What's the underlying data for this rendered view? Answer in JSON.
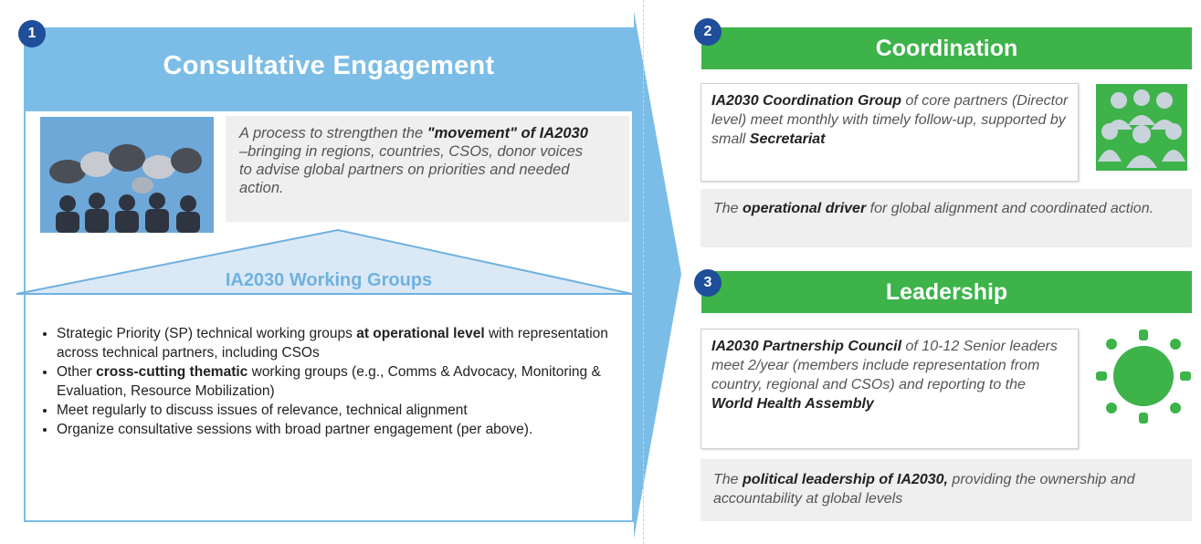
{
  "badges": [
    "1",
    "2",
    "3"
  ],
  "panel1": {
    "title": "Consultative Engagement",
    "quote": {
      "p1": "A process to strengthen the ",
      "bold": "\"movement\" of IA2030",
      "p2": " –bringing in regions, countries, CSOs, donor voices to advise global partners on priorities and needed action."
    },
    "working_groups_title": "IA2030 Working Groups",
    "bullets": [
      {
        "pre": "Strategic Priority (SP) technical working groups ",
        "bold": "at operational level",
        "post": " with representation across technical partners, including CSOs"
      },
      {
        "pre": "Other ",
        "bold": "cross-cutting thematic",
        "post": " working groups (e.g., Comms & Advocacy, Monitoring & Evaluation, Resource Mobilization)"
      },
      {
        "pre": "Meet regularly to discuss issues of relevance, technical alignment",
        "bold": "",
        "post": ""
      },
      {
        "pre": "Organize consultative sessions with broad partner engagement (per above).",
        "bold": "",
        "post": ""
      }
    ]
  },
  "panel2": {
    "title": "Coordination",
    "box": {
      "bold1": "IA2030 Coordination Group",
      "p1": " of core partners (Director level) meet monthly with timely follow-up, supported by small ",
      "bold2": "Secretariat"
    },
    "note": {
      "p1": "The ",
      "bold": "operational driver",
      "p2": " for global alignment and coordinated action."
    }
  },
  "panel3": {
    "title": "Leadership",
    "box": {
      "bold1": "IA2030 Partnership Council",
      "p1": " of 10-12 Senior leaders meet 2/year (members include representation from country, regional and CSOs) and reporting to the ",
      "bold2": "World Health Assembly"
    },
    "note": {
      "p1": "The ",
      "bold": "political leadership of IA2030,",
      "p2": " providing the ownership and accountability at global levels"
    }
  },
  "colors": {
    "blue": "#7bbde6",
    "badge": "#1f4e9a",
    "green": "#3db34a"
  },
  "icons": [
    "people-speech-bubbles-icon",
    "group-people-icon",
    "round-table-icon",
    "chevron-arrow-icon"
  ]
}
